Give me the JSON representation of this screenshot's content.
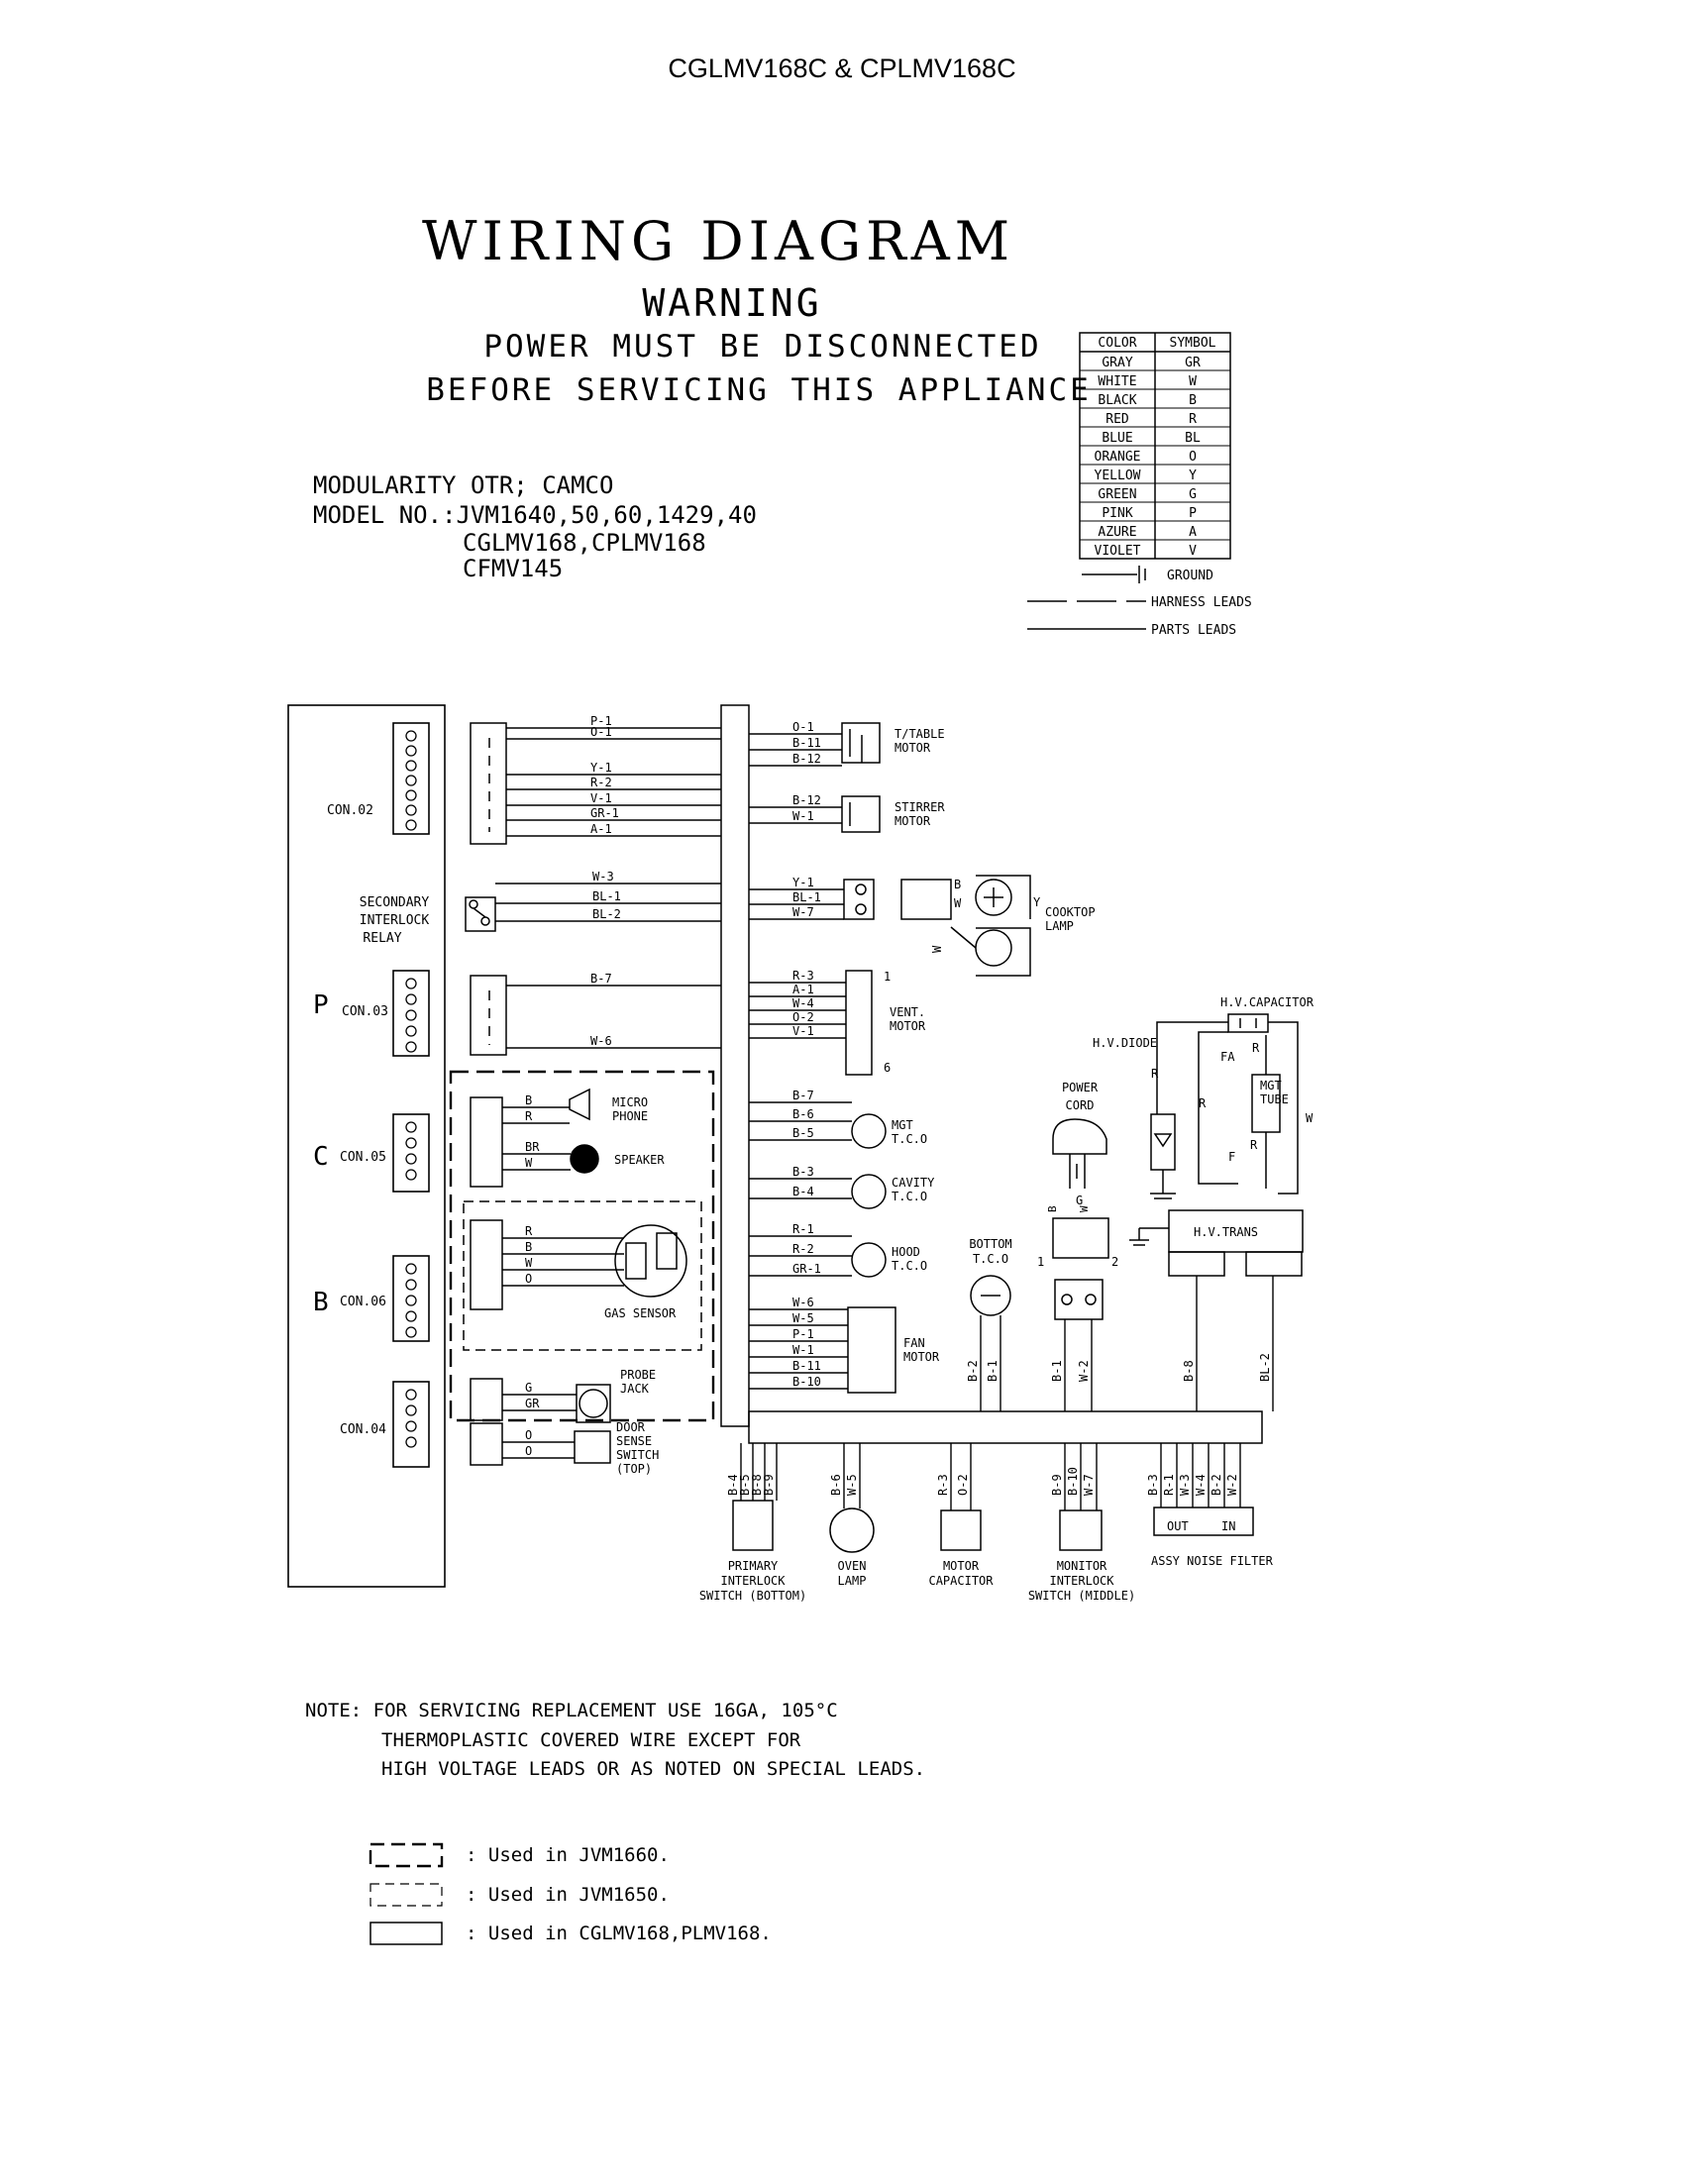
{
  "header": {
    "model_title": "CGLMV168C & CPLMV168C"
  },
  "title": {
    "main": "WIRING DIAGRAM",
    "warning": "WARNING",
    "warning_line1": "POWER MUST BE DISCONNECTED",
    "warning_line2": "BEFORE SERVICING THIS APPLIANCE"
  },
  "model_info": {
    "line1": "MODULARITY OTR; CAMCO",
    "line2": "MODEL NO.:JVM1640,50,60,1429,40",
    "line3": "CGLMV168,CPLMV168",
    "line4": "CFMV145"
  },
  "color_table": {
    "headers": [
      "COLOR",
      "SYMBOL"
    ],
    "rows": [
      [
        "GRAY",
        "GR"
      ],
      [
        "WHITE",
        "W"
      ],
      [
        "BLACK",
        "B"
      ],
      [
        "RED",
        "R"
      ],
      [
        "BLUE",
        "BL"
      ],
      [
        "ORANGE",
        "O"
      ],
      [
        "YELLOW",
        "Y"
      ],
      [
        "GREEN",
        "G"
      ],
      [
        "PINK",
        "P"
      ],
      [
        "AZURE",
        "A"
      ],
      [
        "VIOLET",
        "V"
      ]
    ]
  },
  "line_legend": {
    "ground": "GROUND",
    "harness": "HARNESS LEADS",
    "parts": "PARTS LEADS"
  },
  "board": {
    "letters": [
      "P",
      "C",
      "B"
    ],
    "connectors": [
      "CON.02",
      "CON.03",
      "CON.05",
      "CON.06",
      "CON.04"
    ]
  },
  "components": {
    "secondary_relay": [
      "SECONDARY",
      "INTERLOCK",
      "RELAY"
    ],
    "ttable_motor": [
      "T/TABLE",
      "MOTOR"
    ],
    "stirrer_motor": [
      "STIRRER",
      "MOTOR"
    ],
    "cooktop_lamp": [
      "COOKTOP",
      "LAMP"
    ],
    "vent_motor": [
      "VENT.",
      "MOTOR"
    ],
    "mgt_tco": [
      "MGT",
      "T.C.O"
    ],
    "cavity_tco": [
      "CAVITY",
      "T.C.O"
    ],
    "hood_tco": [
      "HOOD",
      "T.C.O"
    ],
    "fan_motor": [
      "FAN",
      "MOTOR"
    ],
    "bottom_tco": [
      "BOTTOM",
      "T.C.O"
    ],
    "power_cord": [
      "POWER",
      "CORD"
    ],
    "hv_capacitor": "H.V.CAPACITOR",
    "hv_diode": "H.V.DIODE",
    "mgt_tube": [
      "MGT",
      "TUBE"
    ],
    "hv_trans": "H.V.TRANS",
    "microphone": [
      "MICRO",
      "PHONE"
    ],
    "speaker": "SPEAKER",
    "gas_sensor": "GAS SENSOR",
    "probe_jack": [
      "PROBE",
      "JACK"
    ],
    "door_sense": [
      "DOOR",
      "SENSE",
      "SWITCH",
      "(TOP)"
    ],
    "primary_interlock": [
      "PRIMARY",
      "INTERLOCK",
      "SWITCH (BOTTOM)"
    ],
    "oven_lamp": [
      "OVEN",
      "LAMP"
    ],
    "motor_capacitor": [
      "MOTOR",
      "CAPACITOR"
    ],
    "monitor_interlock": [
      "MONITOR",
      "INTERLOCK",
      "SWITCH (MIDDLE)"
    ],
    "noise_filter": "ASSY NOISE FILTER",
    "noise_out": "OUT",
    "noise_in": "IN"
  },
  "wire_labels": {
    "con02": [
      "P-1",
      "O-1",
      "Y-1",
      "R-2",
      "V-1",
      "GR-1",
      "A-1"
    ],
    "relay": [
      "W-3",
      "BL-1",
      "BL-2"
    ],
    "con03": [
      "B-7",
      "W-6"
    ],
    "ttable": [
      "O-1",
      "B-11",
      "B-12"
    ],
    "stirrer": [
      "B-12",
      "W-1"
    ],
    "cooktop": [
      "Y-1",
      "BL-1",
      "W-7"
    ],
    "cooktop_inner": [
      "B",
      "W",
      "Y",
      "W"
    ],
    "vent": [
      "R-3",
      "A-1",
      "W-4",
      "O-2",
      "V-1"
    ],
    "vent_pins": [
      "1",
      "6"
    ],
    "mgt": [
      "B-7",
      "B-6",
      "B-5"
    ],
    "cavity": [
      "B-3",
      "B-4"
    ],
    "hood": [
      "R-1",
      "R-2",
      "GR-1"
    ],
    "fan": [
      "W-6",
      "W-5",
      "P-1",
      "W-1",
      "B-11",
      "B-10"
    ],
    "mic": [
      "B",
      "R"
    ],
    "spk": [
      "BR",
      "W"
    ],
    "gas": [
      "R",
      "B",
      "W",
      "O"
    ],
    "probe": [
      "G",
      "GR"
    ],
    "door": [
      "O",
      "O"
    ],
    "bottom_tco": [
      "B-2",
      "B-1"
    ],
    "power_cord": [
      "B-1",
      "W-2"
    ],
    "cord_inner": [
      "G",
      "B",
      "W",
      "1",
      "2"
    ],
    "hv_trans": [
      "B-8",
      "BL-2"
    ],
    "hv_inner": [
      "R",
      "FA",
      "R",
      "F",
      "R",
      "R",
      "W"
    ],
    "primary": [
      "B-4",
      "B-5",
      "B-8",
      "B-9"
    ],
    "oven_lamp": [
      "B-6",
      "W-5"
    ],
    "motor_cap": [
      "R-3",
      "O-2"
    ],
    "monitor": [
      "B-9",
      "B-10",
      "W-7"
    ],
    "noise": [
      "B-3",
      "R-1",
      "W-3",
      "W-4",
      "B-2",
      "W-2"
    ]
  },
  "note": {
    "line1": "NOTE: FOR SERVICING REPLACEMENT USE 16GA, 105°C",
    "line2": "THERMOPLASTIC COVERED WIRE EXCEPT FOR",
    "line3": "HIGH VOLTAGE LEADS OR AS NOTED ON SPECIAL LEADS."
  },
  "usage_legend": [
    ": Used in JVM1660.",
    ": Used in JVM1650.",
    ": Used in CGLMV168,PLMV168."
  ]
}
